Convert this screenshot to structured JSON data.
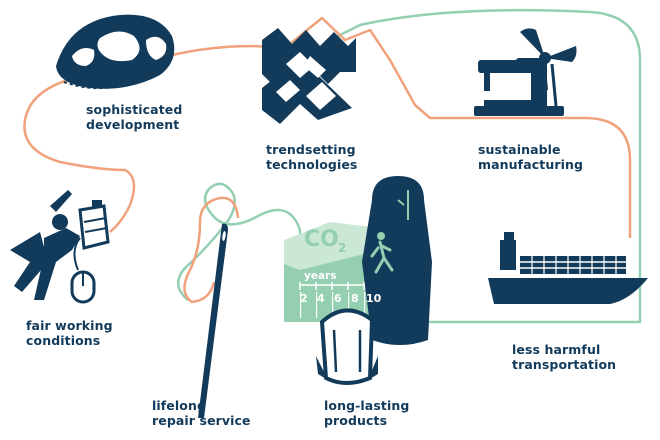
{
  "colors": {
    "navy": "#123a5a",
    "orange": "#f0a27c",
    "green": "#93cfb0",
    "light_green": "#cbe8d6"
  },
  "steps": [
    {
      "id": "development",
      "icon": "sole-icon",
      "lines": [
        "sophisticated",
        "development"
      ]
    },
    {
      "id": "technologies",
      "icon": "fabric-pattern-icon",
      "lines": [
        "trendsetting",
        "technologies"
      ]
    },
    {
      "id": "manufacturing",
      "icon": "sewing-machine-icon",
      "lines": [
        "sustainable",
        "manufacturing"
      ]
    },
    {
      "id": "working",
      "icon": "worker-icon",
      "lines": [
        "fair working",
        "conditions"
      ]
    },
    {
      "id": "repair",
      "icon": "needle-icon",
      "lines": [
        "lifelong",
        "repair service"
      ]
    },
    {
      "id": "products",
      "icon": "sleeping-bag-icon",
      "lines": [
        "long-lasting",
        "products"
      ]
    },
    {
      "id": "transport",
      "icon": "cargo-ship-icon",
      "lines": [
        "less harmful",
        "transportation"
      ]
    }
  ],
  "co2_graphic": {
    "label": "CO",
    "subscript": "2",
    "years_label": "years",
    "ticks": [
      "2",
      "4",
      "6",
      "8",
      "10"
    ]
  }
}
